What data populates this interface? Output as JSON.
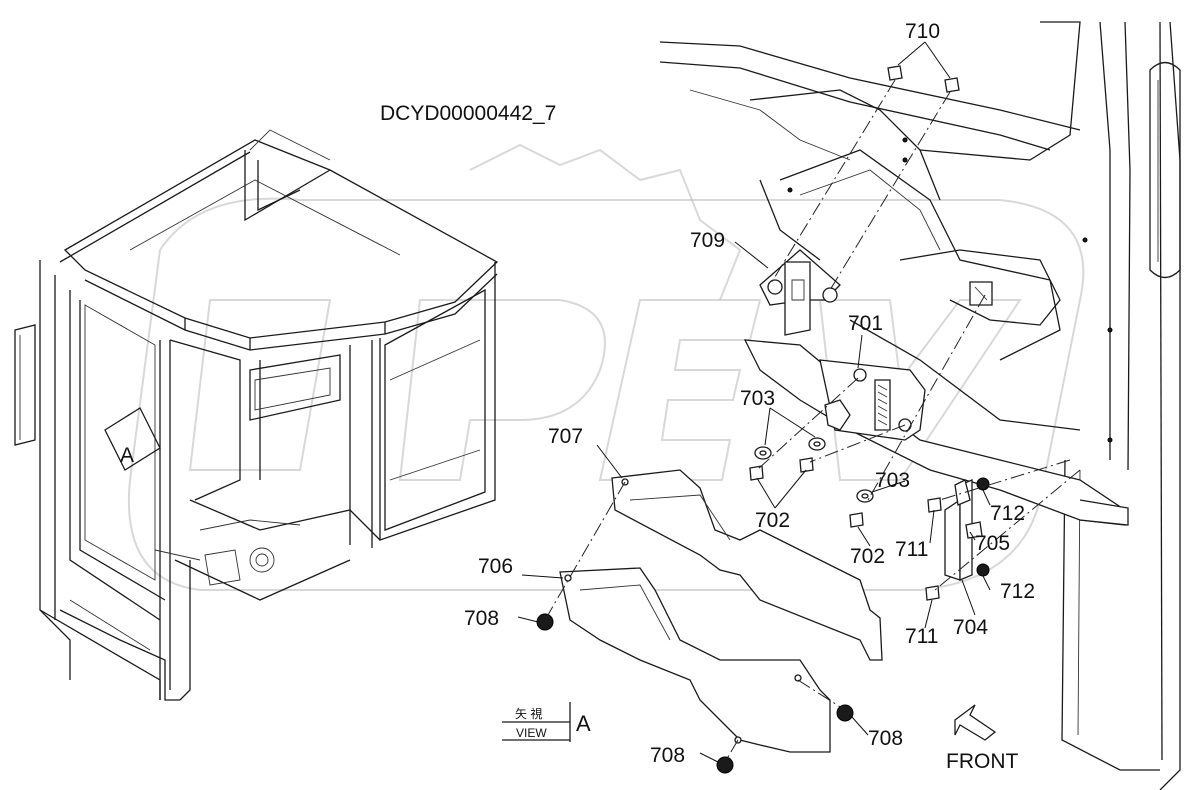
{
  "diagram": {
    "code": "DCYD00000442_7",
    "view_box_text_top": "矢 視",
    "view_box_text_bottom": "VIEW",
    "view_box_letter": "A",
    "view_arrow_letter": "A",
    "front_label": "FRONT",
    "callouts": {
      "c701": "701",
      "c702a": "702",
      "c702b": "702",
      "c703a": "703",
      "c703b": "703",
      "c704": "704",
      "c705": "705",
      "c706": "706",
      "c707": "707",
      "c708a": "708",
      "c708b": "708",
      "c708c": "708",
      "c709": "709",
      "c710": "710",
      "c711a": "711",
      "c711b": "711",
      "c712a": "712",
      "c712b": "712"
    }
  }
}
